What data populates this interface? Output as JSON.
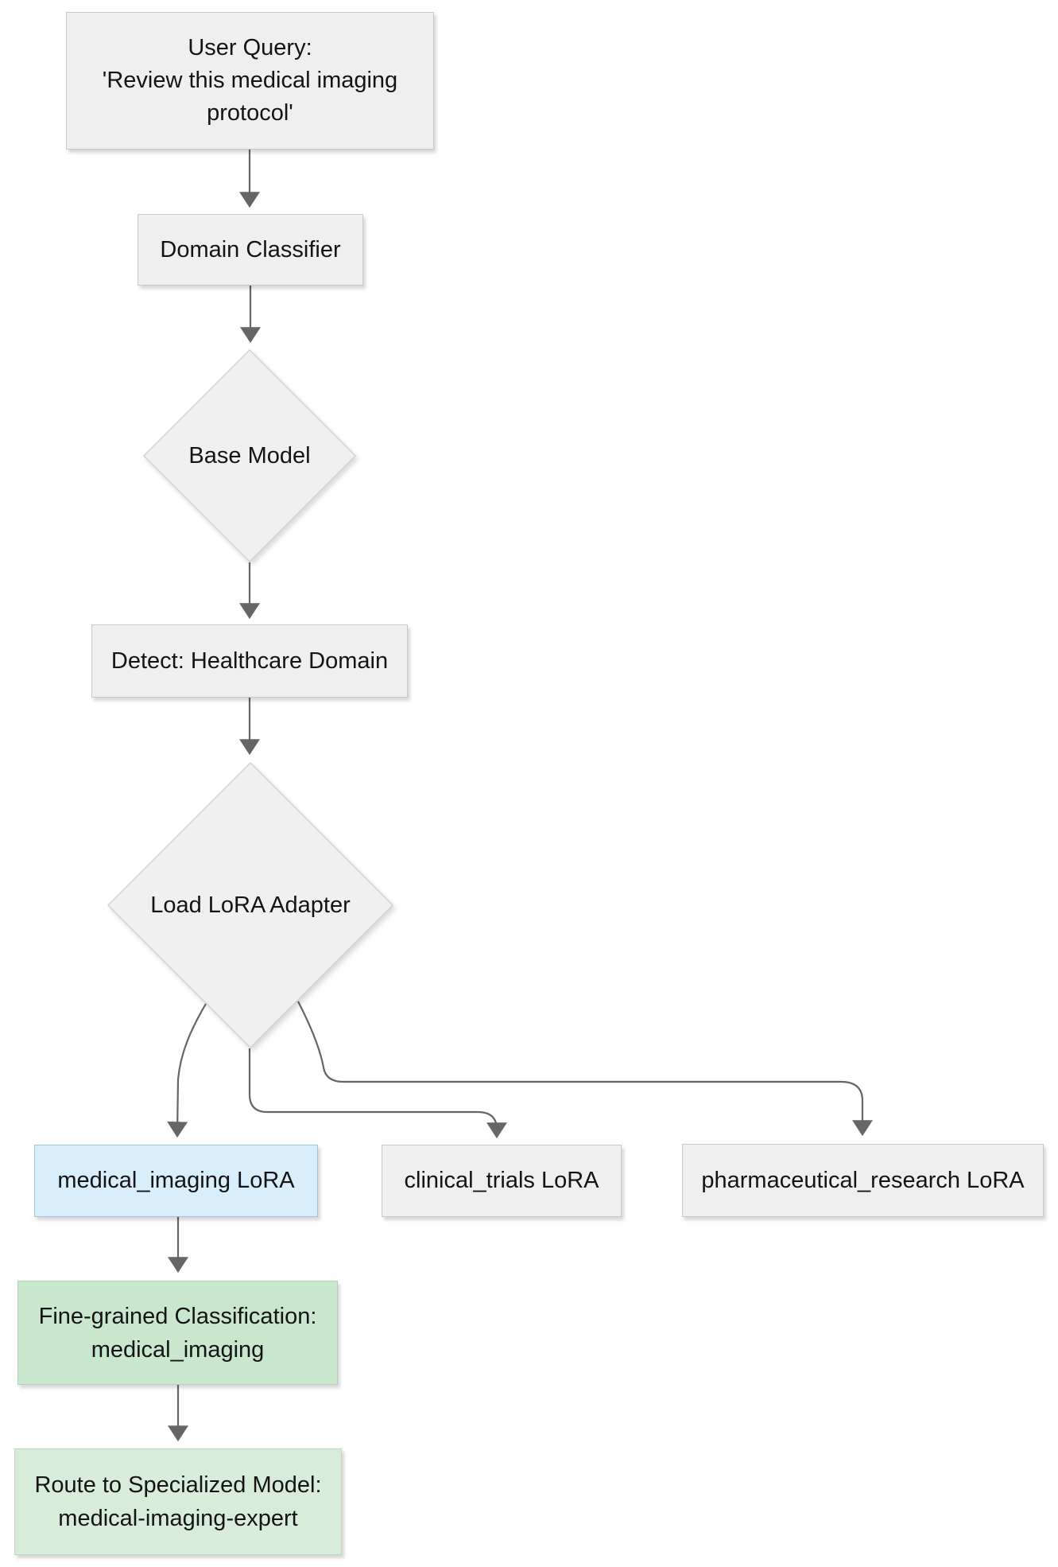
{
  "nodes": {
    "user_query": {
      "line1": "User Query:",
      "line2": "'Review this medical imaging",
      "line3": "protocol'"
    },
    "domain_classifier": {
      "label": "Domain Classifier"
    },
    "base_model": {
      "label": "Base Model"
    },
    "detect_domain": {
      "label": "Detect: Healthcare Domain"
    },
    "load_lora_adapter": {
      "label": "Load LoRA Adapter"
    },
    "medical_imaging_lora": {
      "label": "medical_imaging LoRA"
    },
    "clinical_trials_lora": {
      "label": "clinical_trials LoRA"
    },
    "pharmaceutical_research_lora": {
      "label": "pharmaceutical_research LoRA"
    },
    "fine_grained_classification": {
      "line1": "Fine-grained Classification:",
      "line2": "medical_imaging"
    },
    "route_specialized_model": {
      "line1": "Route to Specialized Model:",
      "line2": "medical-imaging-expert"
    }
  },
  "colors": {
    "background": "#ffffff",
    "node_default_fill": "#efefef",
    "node_default_stroke": "#c9c9c9",
    "diamond_fill": "#f0f0f0",
    "diamond_stroke": "#d2d2d2",
    "selected_lora_fill": "#d9eefb",
    "selected_lora_stroke": "#a5c6da",
    "classification_fill": "#c9e7cd",
    "route_fill": "#d8ecda",
    "edge": "#666666",
    "text": "#141414"
  }
}
